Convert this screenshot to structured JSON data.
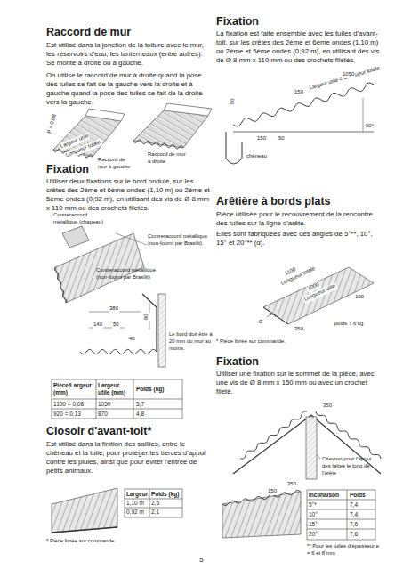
{
  "diagram": {
    "labels": [
      "Raccord de mur",
      "Est utilisé dans la jonction de la toiture avec le mur, les réservoirs d'eau, les lanterneaux (entre autres). Se monte à droite ou à gauche.",
      "On utilise le raccord de mur à droite quand la pose des tuiles se fait de la gauche vers la droite et à gauche quand la pose des tuiles se fait de la droite vers la gauche.",
      "P = 0,08",
      "Largeur utile",
      "Longueur totale",
      "Raccord de mur à gauche",
      "Raccord de mur à droite",
      "Fixation",
      "Utiliser deux fixations sur le bord ondulé, sur les crêtes des 2ème et 6ème ondes (1,10 m) ou 2ème et 5ème ondes (0,92 m), en utilisant des vis de Ø 8 mm x 110 mm ou des crochets filetés.",
      "Contreraccord métallique (chapeau)",
      "Contreraccord métallique (non-fourni par Brasilit).",
      "Contreraccord métallique (non-fourni par Brasilit)",
      "380",
      "140",
      "50",
      "80",
      "40",
      "Le bord doit être à 20 mm du mur au moins.",
      "Pièce/Largeur (mm)",
      "Largeur utile (mm)",
      "Poids (kg)",
      "1100 = 0,08",
      "1050",
      "5,7",
      "920 = 0,13",
      "870",
      "4,8",
      "Closoir d'avant-toit*",
      "Est utilisé dans la finition des saillies, entre le chêneau et la tuile, pour protéger les tierces d'appui contre les pluies, ainsi que pour éviter l'entrée de petits animaux.",
      "Largeur",
      "Poids (kg)",
      "1,10 m",
      "2,5",
      "0,92 m",
      "2,1",
      "* Pièce livrée sur commande.",
      "Fixation",
      "La fixation est faite ensemble avec les tuiles d'avant-toit, sur les crêtes des 2ème et 6ème ondes (1,10 m) ou 2ème et 5ème ondes (0,92 m), en utilisant des vis de Ø 8 mm x 110 mm ou des crochets filetés.",
      "150",
      "Largeur utile = Longueur totale",
      "1050",
      "80",
      "150",
      "50",
      "chêneau",
      "90°",
      "Arêtière à bords plats",
      "Pièce utilisée pour le recouvrement de la rencontre des tuiles sur la ligne d'arête.",
      "Elles sont fabriquées avec des angles de 5°**, 10°, 15° et 20°** (α).",
      "1100",
      "Longueur totale",
      "1000",
      "Longueur utile",
      "100",
      "α",
      "350",
      "poids 7,6 kg",
      "* Pièce livrée sur commande.",
      "Fixation",
      "Utiliser une fixation sur le sommet de la pièce, avec une vis de Ø 8 mm x 150 mm ou avec un crochet fileté.",
      "350",
      "Chevron pour l'appui des faîtes le long de l'arête",
      "150",
      "350",
      "Inclinaison",
      "Poids",
      "5°*",
      "7,4",
      "10°",
      "7,4",
      "15°",
      "7,6",
      "20°",
      "7,6",
      "** Pour les tuiles d'épaisseur e = 6 et 8 mm",
      "5"
    ]
  }
}
